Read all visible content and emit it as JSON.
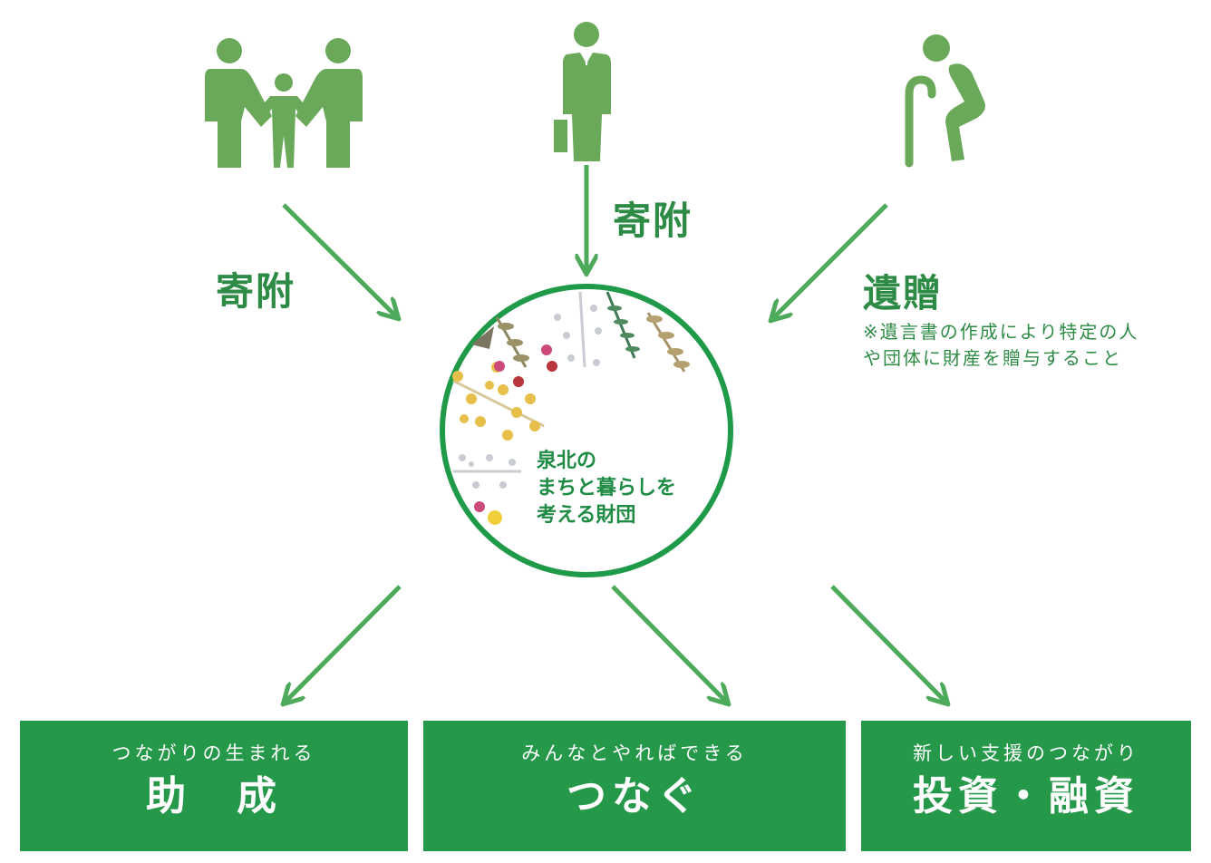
{
  "colors": {
    "icon_green": "#6aa85a",
    "arrow_green": "#4caa5a",
    "text_green": "#2e8b46",
    "box_green": "#25984a",
    "circle_border": "#1f9a48"
  },
  "donors": [
    {
      "icon": "family-icon",
      "flow_label": "寄附"
    },
    {
      "icon": "businessman-icon",
      "flow_label": "寄附"
    },
    {
      "icon": "elderly-with-cane-icon",
      "flow_label": "遺贈"
    }
  ],
  "bequest_note": {
    "line1": "※遺言書の作成により特定の人",
    "line2": "や団体に財産を贈与すること"
  },
  "foundation": {
    "line1": "泉北の",
    "line2": "まちと暮らしを",
    "line3": "考える財団"
  },
  "programs": [
    {
      "subtitle": "つながりの生まれる",
      "title": "助　成"
    },
    {
      "subtitle": "みんなとやればできる",
      "title": "つなぐ"
    },
    {
      "subtitle": "新しい支援のつながり",
      "title": "投資・融資"
    }
  ]
}
